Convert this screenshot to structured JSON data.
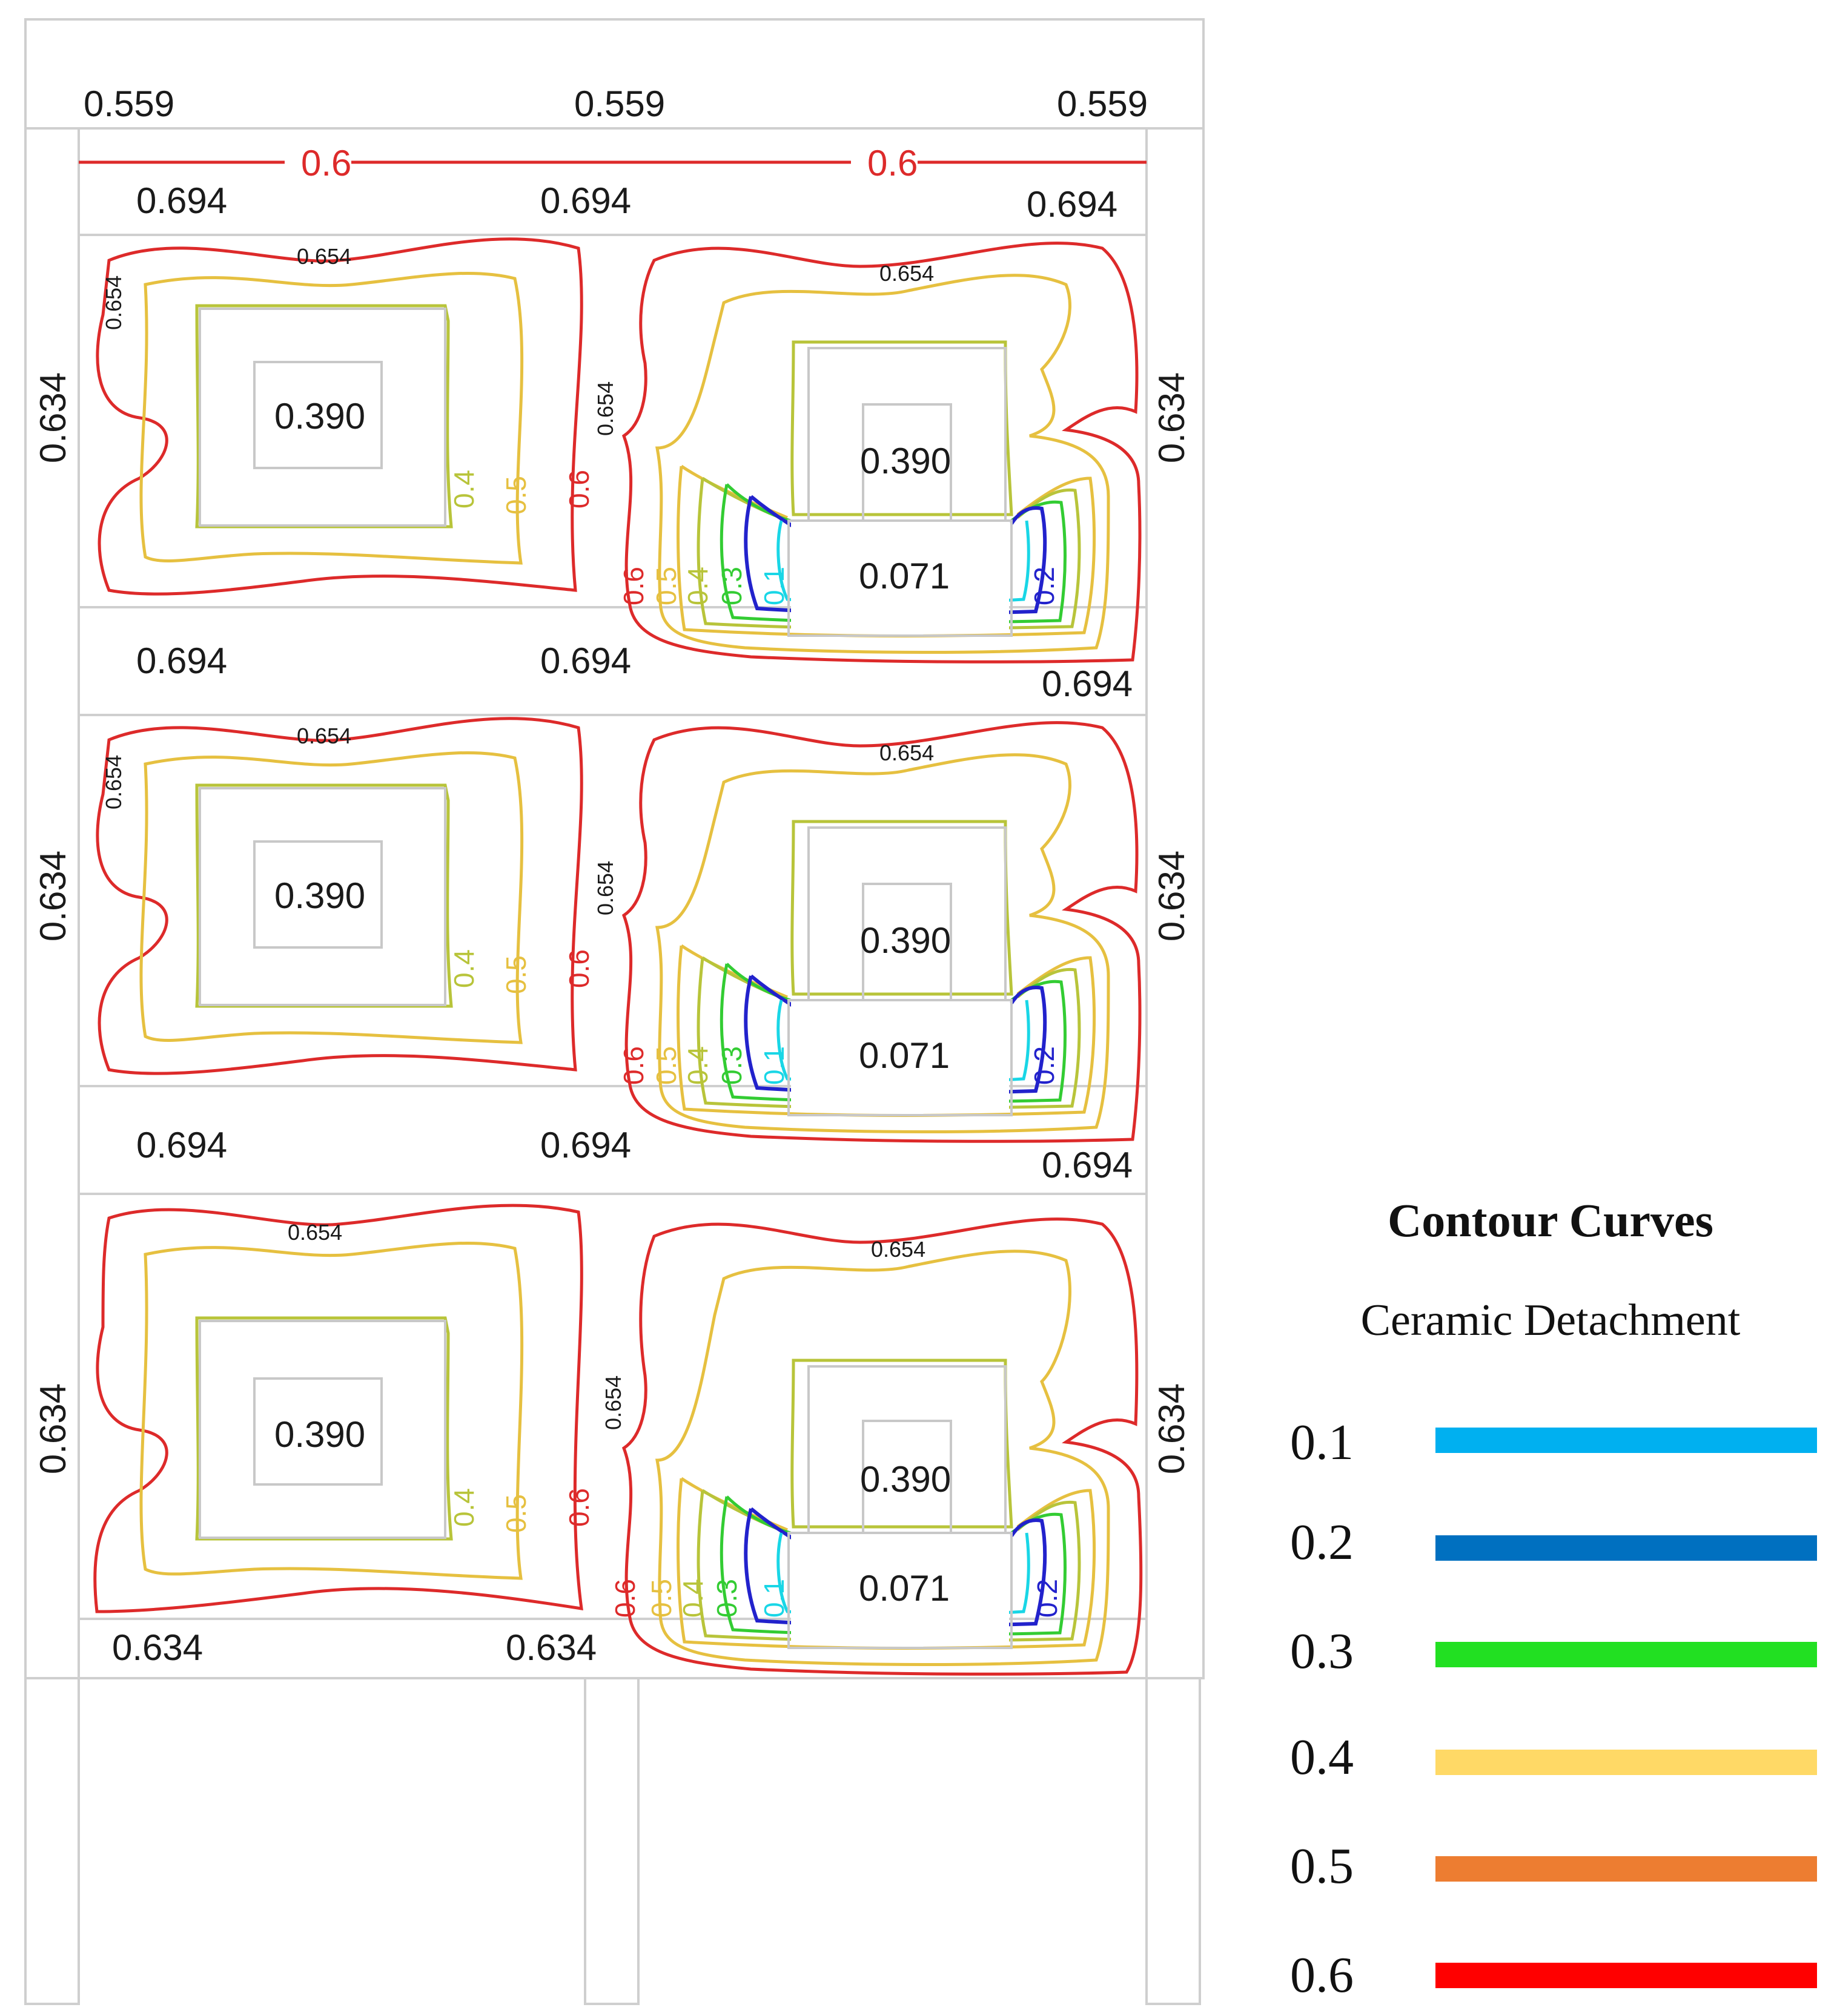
{
  "colors": {
    "c01": "#00b0f0",
    "c02": "#0070c0",
    "c03": "#22e022",
    "c04": "#ffd966",
    "c05": "#ed7d31",
    "c06": "#ff0000",
    "contour_01": "#19d6e6",
    "contour_02": "#2222cc",
    "contour_03": "#33cc33",
    "contour_04": "#b8c43a",
    "contour_05": "#e6c040",
    "contour_06": "#dd2a2a"
  },
  "top": {
    "beam_values": [
      "0.559",
      "0.559",
      "0.559"
    ],
    "line_labels": [
      "0.6",
      "0.6"
    ]
  },
  "floors": [
    {
      "beam_top": [
        "0.694",
        "0.694",
        "0.694"
      ],
      "beam_bottom": [
        "0.694",
        "0.694",
        "0.694"
      ],
      "left_col": "0.634",
      "right_col": "0.634",
      "left_panel": {
        "opening": "0.390",
        "edge_top": "0.654",
        "edge_side": "0.654",
        "labels": [
          "0.4",
          "0.5",
          "0.6"
        ]
      },
      "right_panel": {
        "window": "0.390",
        "door": "0.071",
        "edge_top": "0.654",
        "edge_side": "0.654",
        "labels": [
          "0.6",
          "0.5",
          "0.4",
          "0.3",
          "0.1",
          "0.2"
        ]
      }
    },
    {
      "beam_top": [
        "0.694",
        "0.694",
        "0.694"
      ],
      "beam_bottom": [
        "0.694",
        "0.694",
        "0.694"
      ],
      "left_col": "0.634",
      "right_col": "0.634",
      "left_panel": {
        "opening": "0.390",
        "edge_top": "0.654",
        "edge_side": "0.654",
        "labels": [
          "0.4",
          "0.5",
          "0.6"
        ]
      },
      "right_panel": {
        "window": "0.390",
        "door": "0.071",
        "edge_top": "0.654",
        "edge_side": "0.654",
        "labels": [
          "0.6",
          "0.5",
          "0.4",
          "0.3",
          "0.1",
          "0.2"
        ]
      }
    },
    {
      "beam_bottom": [
        "0.634",
        "0.634"
      ],
      "left_col": "0.634",
      "right_col": "0.634",
      "left_panel": {
        "opening": "0.390",
        "edge_top": "0.654",
        "labels": [
          "0.4",
          "0.5",
          "0.6"
        ]
      },
      "right_panel": {
        "window": "0.390",
        "door": "0.071",
        "edge_top": "0.654",
        "edge_side": "0.654",
        "labels": [
          "0.6",
          "0.5",
          "0.4",
          "0.3",
          "0.1",
          "0.2"
        ]
      }
    }
  ],
  "legend": {
    "title": "Contour Curves",
    "subtitle": "Ceramic Detachment",
    "items": [
      "0.1",
      "0.2",
      "0.3",
      "0.4",
      "0.5",
      "0.6"
    ]
  }
}
